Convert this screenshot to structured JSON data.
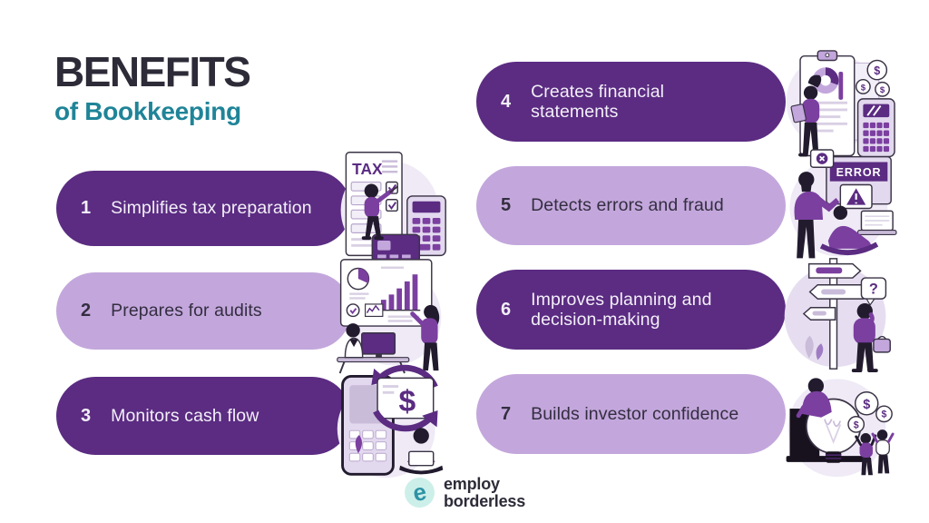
{
  "title": {
    "main": "BENEFITS",
    "subtitle": "of Bookkeeping"
  },
  "benefits": [
    {
      "number": "1",
      "label": "Simplifies tax preparation",
      "variant": "dark",
      "illustration": "tax-documents"
    },
    {
      "number": "2",
      "label": "Prepares for audits",
      "variant": "light",
      "illustration": "audit-presentation"
    },
    {
      "number": "3",
      "label": "Monitors cash flow",
      "variant": "dark",
      "illustration": "cash-flow-cycle"
    },
    {
      "number": "4",
      "label": "Creates financial statements",
      "variant": "dark",
      "illustration": "financial-statements"
    },
    {
      "number": "5",
      "label": "Detects errors and fraud",
      "variant": "light",
      "illustration": "error-detection"
    },
    {
      "number": "6",
      "label": "Improves planning and decision-making",
      "variant": "dark",
      "illustration": "decision-signpost"
    },
    {
      "number": "7",
      "label": "Builds investor confidence",
      "variant": "light",
      "illustration": "investor-lightbulb"
    }
  ],
  "glyphs": {
    "tax": "TAX",
    "error": "ERROR",
    "question": "?",
    "dollar": "$"
  },
  "logo": {
    "icon_letter": "e",
    "line1": "employ",
    "line2": "borderless"
  },
  "colors": {
    "dark_purple": "#5B2C82",
    "light_purple": "#C3A7DC",
    "heading_dark": "#2E2B38",
    "teal": "#1F8498",
    "logo_circle": "#CDEFE9",
    "logo_teal": "#2E93A6"
  }
}
